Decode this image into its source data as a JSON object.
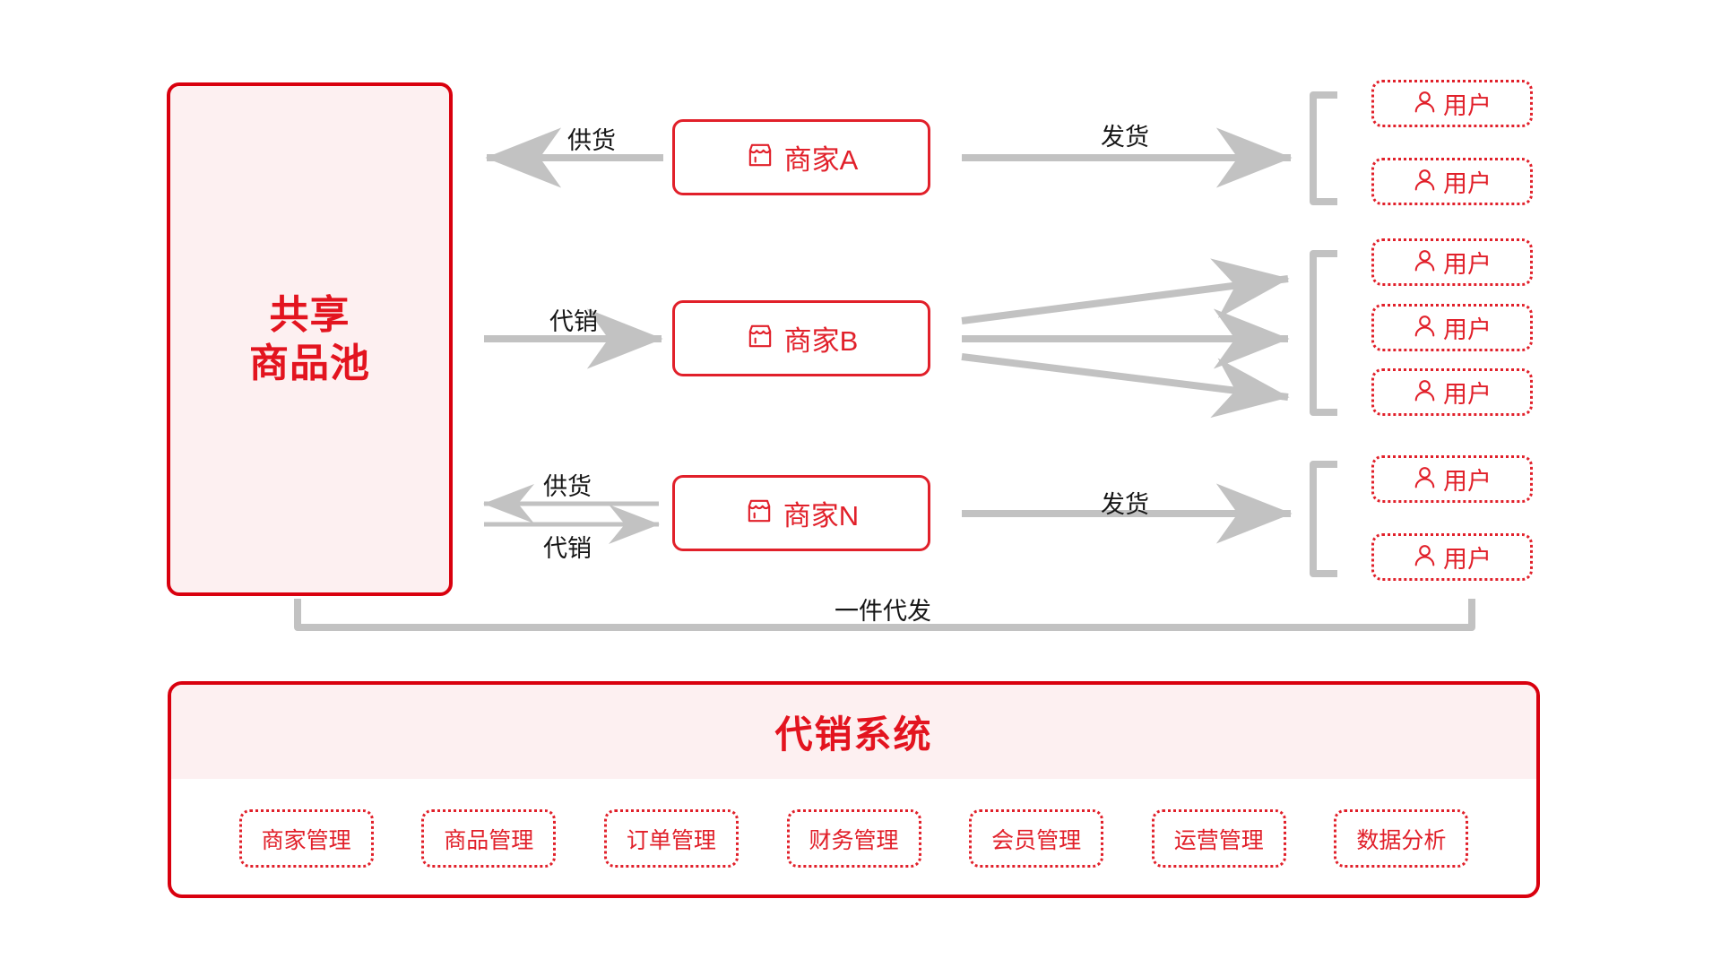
{
  "diagram": {
    "pool": {
      "label_line1": "共享",
      "label_line2": "商品池",
      "border_color": "#d9000e",
      "fill_color": "#fdf0f1"
    },
    "merchants": [
      {
        "id": "a",
        "label": "商家A",
        "icon": "shop-icon"
      },
      {
        "id": "b",
        "label": "商家B",
        "icon": "shop-icon"
      },
      {
        "id": "n",
        "label": "商家N",
        "icon": "shop-icon"
      }
    ],
    "user_groups": [
      {
        "group": 1,
        "users": [
          {
            "label": "用户"
          },
          {
            "label": "用户"
          }
        ]
      },
      {
        "group": 2,
        "users": [
          {
            "label": "用户"
          },
          {
            "label": "用户"
          },
          {
            "label": "用户"
          }
        ]
      },
      {
        "group": 3,
        "users": [
          {
            "label": "用户"
          },
          {
            "label": "用户"
          }
        ]
      }
    ],
    "flows": {
      "supply_a": "供货",
      "ship_a": "发货",
      "consign_b": "代销",
      "supply_n": "供货",
      "consign_n": "代销",
      "ship_n": "发货",
      "dropship": "一件代发"
    },
    "arrow_color": "#c2c2c2",
    "bracket_color": "#c2c2c2",
    "user_icon": "person-icon"
  },
  "system": {
    "title": "代销系统",
    "header_fill": "#fdf0f1",
    "border_color": "#d9000e",
    "modules": [
      {
        "label": "商家管理"
      },
      {
        "label": "商品管理"
      },
      {
        "label": "订单管理"
      },
      {
        "label": "财务管理"
      },
      {
        "label": "会员管理"
      },
      {
        "label": "运营管理"
      },
      {
        "label": "数据分析"
      }
    ]
  }
}
